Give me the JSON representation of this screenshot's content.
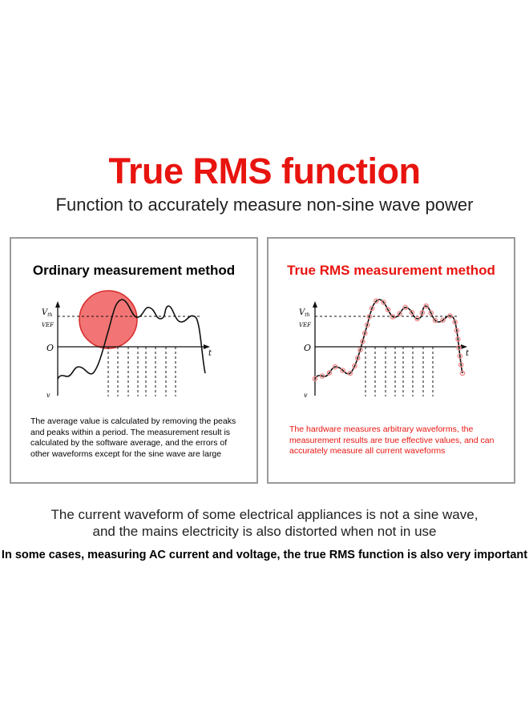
{
  "colors": {
    "accent": "#e8140f",
    "text": "#111111",
    "highlight_fill": "#f26d6d",
    "highlight_stroke": "#d42020",
    "dot": "#f08a8a"
  },
  "header": {
    "title": "True RMS function",
    "subtitle": "Function to accurately measure non-sine wave power"
  },
  "panels": {
    "left": {
      "title": "Ordinary measurement method",
      "axis": {
        "v_th": "V",
        "sub_th": "th",
        "vef": "VEF",
        "origin": "O",
        "t": "t",
        "v_bottom": "v"
      },
      "description": "The average value is calculated by removing the peaks and peaks within a period. The measurement result is calculated by the software average, and the errors of other waveforms except for the sine wave are large"
    },
    "right": {
      "title": "True RMS measurement method",
      "axis": {
        "v_th": "V",
        "sub_th": "th",
        "vef": "VEF",
        "origin": "O",
        "t": "t",
        "v_bottom": "v"
      },
      "description": "The hardware measures arbitrary waveforms, the measurement results are true effective values, and can accurately measure all current waveforms"
    }
  },
  "footer": {
    "line1": "The current waveform of some electrical appliances is not a sine wave,",
    "line2": "and the mains electricity is also distorted when not in use",
    "line3": "In some cases, measuring AC current and voltage, the true RMS function is also very important"
  }
}
